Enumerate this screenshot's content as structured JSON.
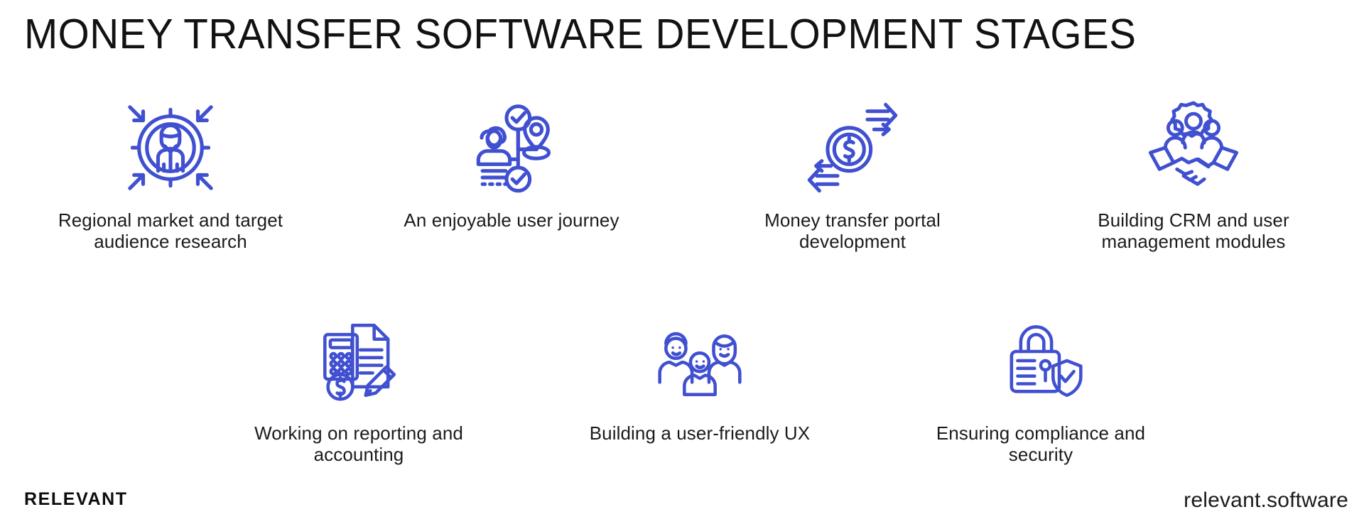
{
  "page": {
    "title": "MONEY TRANSFER SOFTWARE DEVELOPMENT STAGES",
    "background_color": "#ffffff",
    "accent_color": "#4050d0",
    "text_color": "#1b1b1b"
  },
  "stages": {
    "row_top": [
      {
        "icon": "target-person-icon",
        "label": "Regional market and target audience research"
      },
      {
        "icon": "user-journey-map-icon",
        "label": "An enjoyable user journey"
      },
      {
        "icon": "money-transfer-coin-icon",
        "label": "Money transfer portal development"
      },
      {
        "icon": "handshake-crm-users-icon",
        "label": "Building CRM and user management modules"
      }
    ],
    "row_bottom": [
      {
        "icon": "calculator-invoice-icon",
        "label": "Working on reporting and accounting"
      },
      {
        "icon": "group-of-users-icon",
        "label": "Building a user-friendly UX"
      },
      {
        "icon": "padlock-shield-icon",
        "label": "Ensuring compliance and security"
      }
    ]
  },
  "footer": {
    "brand": "RELEVANT",
    "website": "relevant.software"
  }
}
